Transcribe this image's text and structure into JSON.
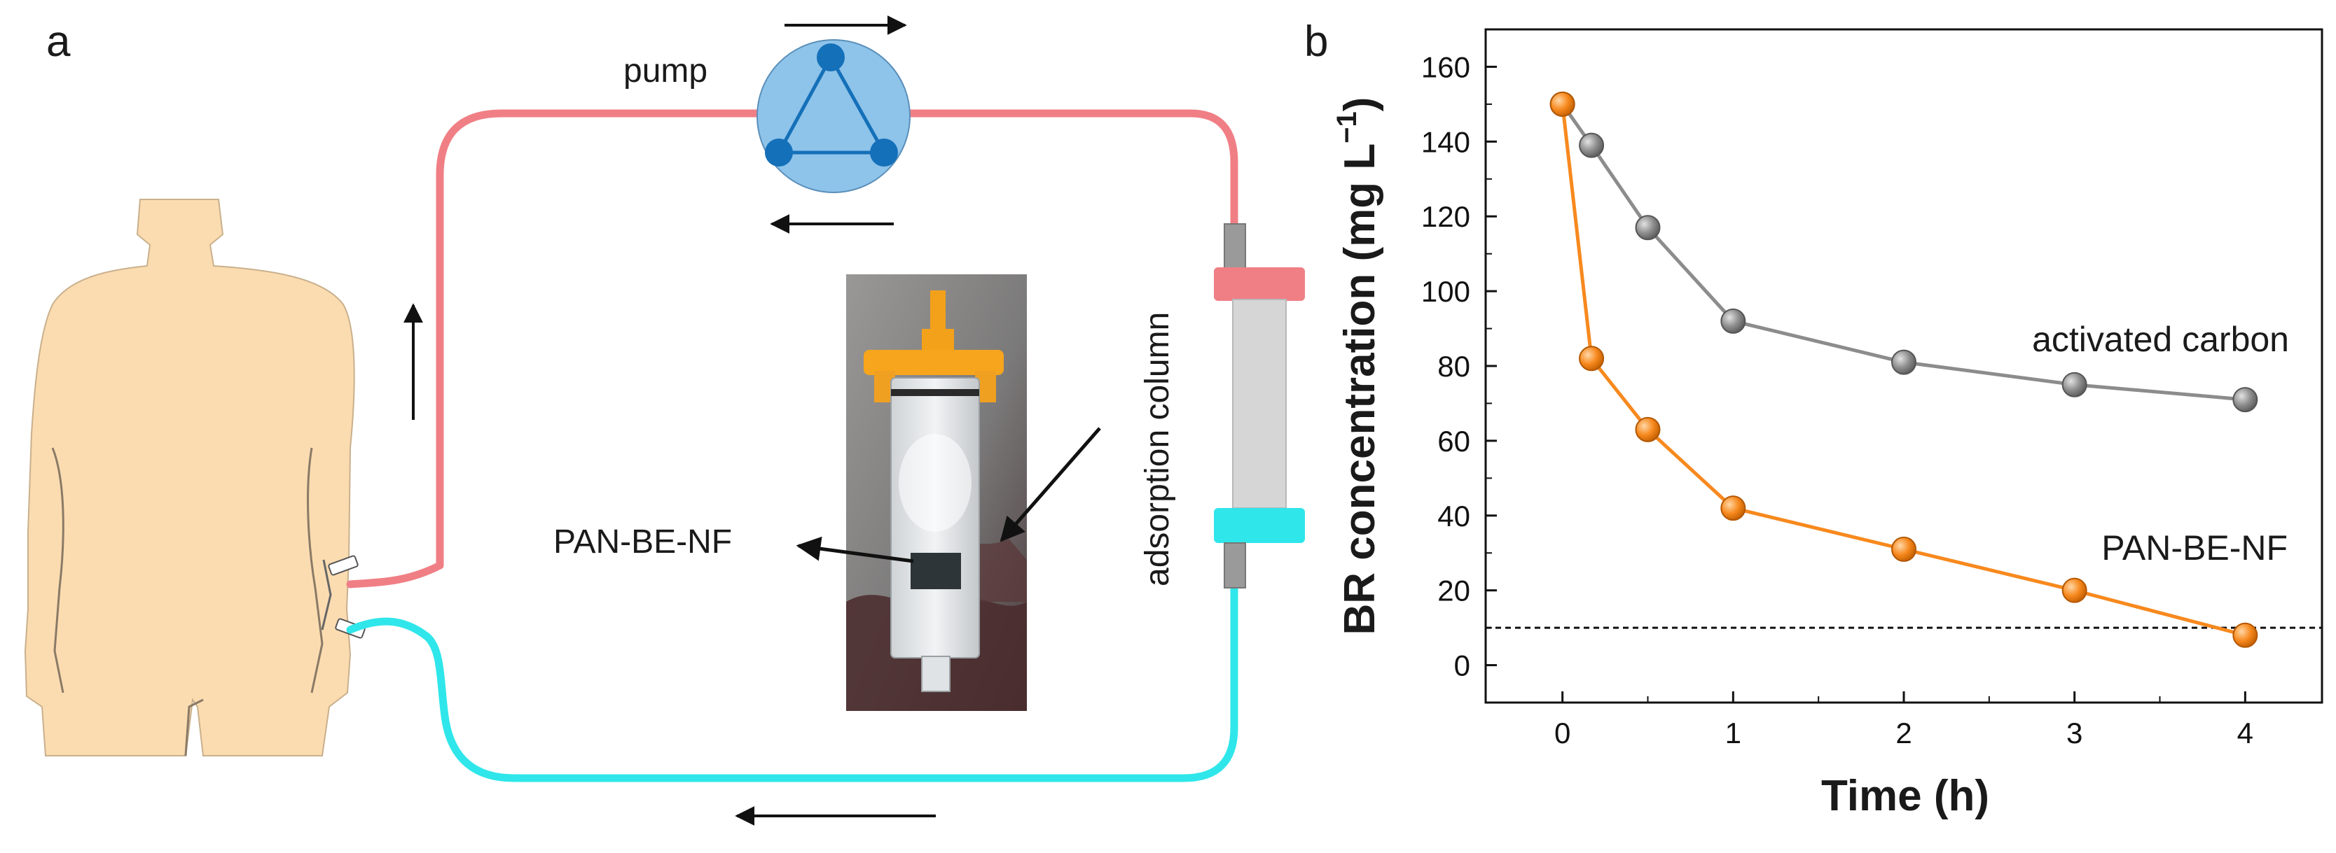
{
  "panel_a": {
    "label": "a",
    "pump_label": "pump",
    "column_label": "adsorption column",
    "material_label": "PAN-BE-NF"
  },
  "panel_b": {
    "label": "b"
  },
  "colors": {
    "arterial_tube": "#f07f85",
    "venous_tube": "#2fe6ea",
    "pump_fill": "#8ec3ea",
    "pump_node": "#1470b8",
    "skin": "#fbdcb1",
    "column_body": "#d6d6d6",
    "activated_carbon": "#8c8c8c",
    "pan_be_nf": "#f7891e"
  },
  "chart_data": {
    "type": "line",
    "xlabel": "Time (h)",
    "ylabel": "BR concentration (mg L",
    "ylabel_sup": "−1",
    "ylabel_close": ")",
    "xlim": [
      -0.45,
      4.45
    ],
    "ylim": [
      -10,
      170
    ],
    "xticks": [
      0,
      1,
      2,
      3,
      4
    ],
    "yticks": [
      0,
      20,
      40,
      60,
      80,
      100,
      120,
      140,
      160
    ],
    "reference_line_y": 10,
    "series": [
      {
        "name": "activated carbon",
        "color": "#8c8c8c",
        "x": [
          0,
          0.17,
          0.5,
          1,
          2,
          3,
          4
        ],
        "y": [
          150,
          139,
          117,
          92,
          81,
          75,
          71
        ]
      },
      {
        "name": "PAN-BE-NF",
        "color": "#f7891e",
        "x": [
          0,
          0.17,
          0.5,
          1,
          2,
          3,
          4
        ],
        "y": [
          150,
          82,
          63,
          42,
          31,
          20,
          8
        ]
      }
    ]
  }
}
